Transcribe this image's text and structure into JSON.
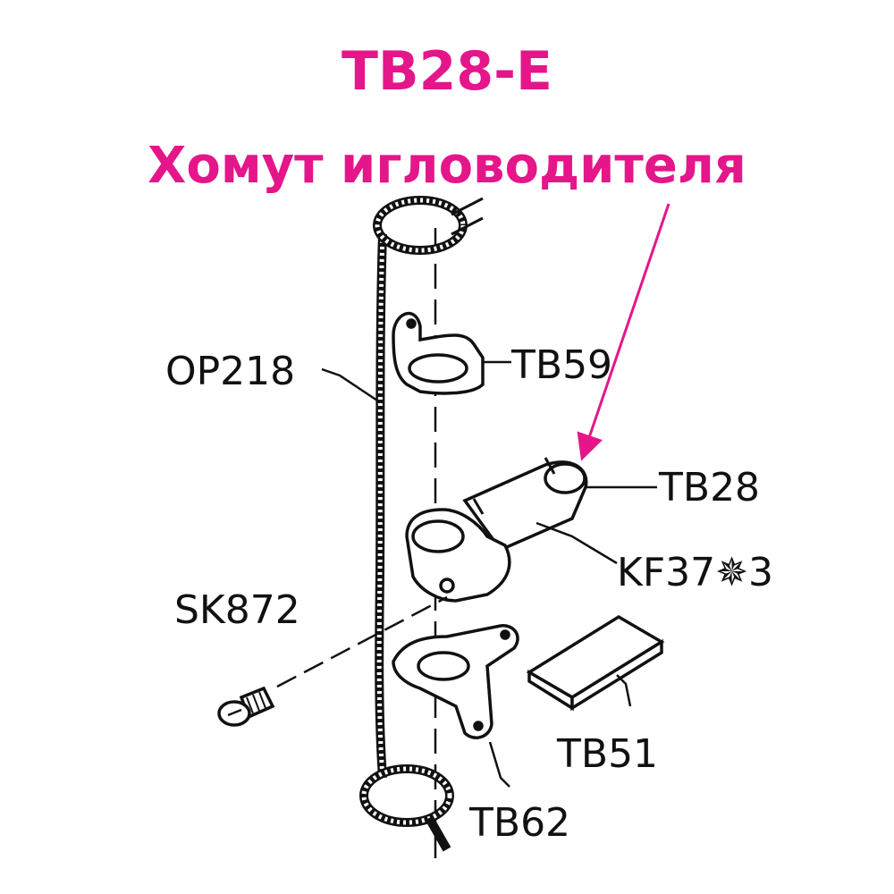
{
  "header": {
    "part_code": "TB28-E",
    "part_name": "Хомут игловодителя"
  },
  "labels": {
    "op218": "OP218",
    "tb59": "TB59",
    "tb28": "TB28",
    "kf37": "KF37✵3",
    "sk872": "SK872",
    "tb51": "TB51",
    "tb62": "TB62"
  },
  "colors": {
    "accent": "#e4168a",
    "line": "#111111"
  }
}
